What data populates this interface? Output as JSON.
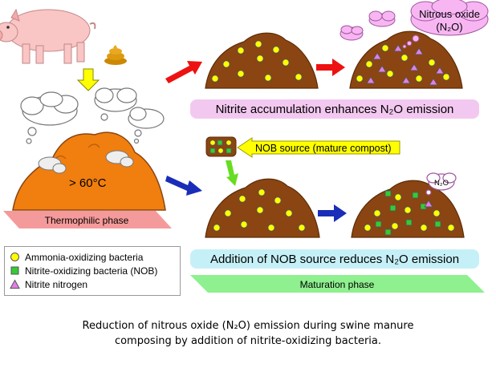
{
  "labels": {
    "nitrous_oxide_line1": "Nitrous oxide",
    "nitrous_oxide_line2": "(N₂O)",
    "n2o_small": "N₂O",
    "temperature": "> 60°C",
    "nob_source": "NOB source (mature compost)",
    "nitrite_accumulation": "Nitrite accumulation enhances N₂O emission",
    "nob_addition": "Addition of NOB source reduces N₂O emission",
    "thermophilic_phase": "Thermophilic phase",
    "maturation_phase": "Maturation phase"
  },
  "legend": {
    "aob": "Ammonia-oxidizing bacteria",
    "nob": "Nitrite-oxidizing bacteria (NOB)",
    "nitrite": "Nitrite nitrogen"
  },
  "caption": {
    "line1": "Reduction of nitrous oxide (N₂O) emission during swine manure",
    "line2": "composing by addition of nitrite-oxidizing bacteria."
  },
  "colors": {
    "compost": "#8a4512",
    "hot_compost": "#f07f0f",
    "aob": "#ffff00",
    "nob": "#33cc33",
    "nitrite": "#e080e8",
    "arrow_red": "#ee1111",
    "arrow_blue": "#1a2db8",
    "arrow_yellow": "#ffff00",
    "arrow_green": "#66dd22",
    "cloud_pink": "#f7b6f2"
  }
}
